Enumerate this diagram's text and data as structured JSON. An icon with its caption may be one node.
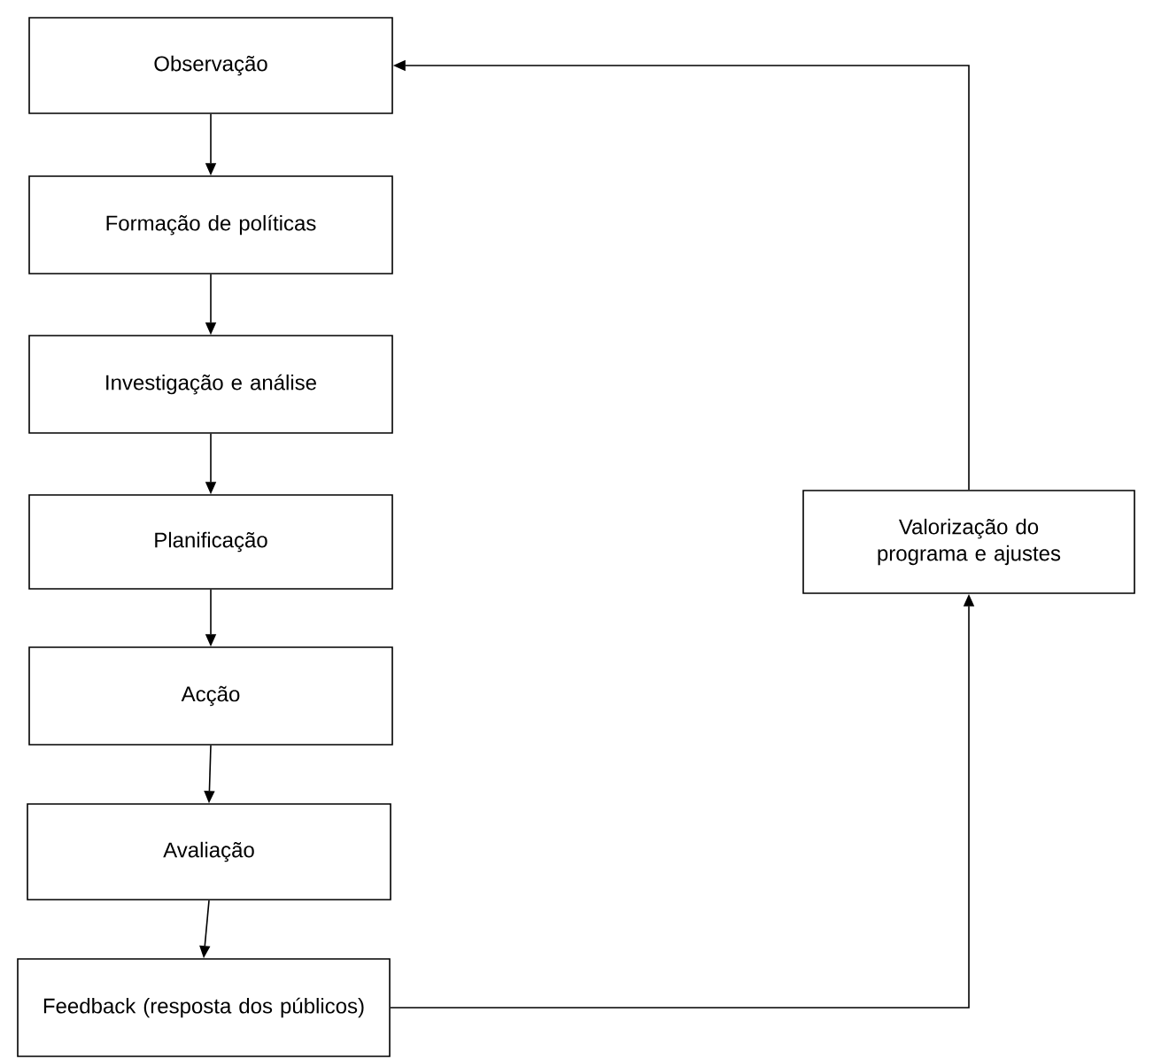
{
  "diagram": {
    "nodes": [
      {
        "text": [
          "Observação"
        ]
      },
      {
        "text": [
          "Formação de políticas"
        ]
      },
      {
        "text": [
          "Investigação e análise"
        ]
      },
      {
        "text": [
          "Planificação"
        ]
      },
      {
        "text": [
          "Acção"
        ]
      },
      {
        "text": [
          "Avaliação"
        ]
      },
      {
        "text": [
          "Feedback (resposta dos públicos)"
        ]
      },
      {
        "text": [
          "Valorização do programa e ajustes"
        ]
      }
    ],
    "edges": [
      {
        "from": 0,
        "to": 1,
        "arrow": "to"
      },
      {
        "from": 1,
        "to": 2,
        "arrow": "to"
      },
      {
        "from": 2,
        "to": 3,
        "arrow": "to"
      },
      {
        "from": 3,
        "to": 4,
        "arrow": "to"
      },
      {
        "from": 4,
        "to": 5,
        "arrow": "to"
      },
      {
        "from": 5,
        "to": 6,
        "arrow": "to"
      },
      {
        "from": 6,
        "to": 7,
        "arrow": "to"
      },
      {
        "from": 7,
        "to": 0,
        "arrow": "to"
      }
    ]
  }
}
